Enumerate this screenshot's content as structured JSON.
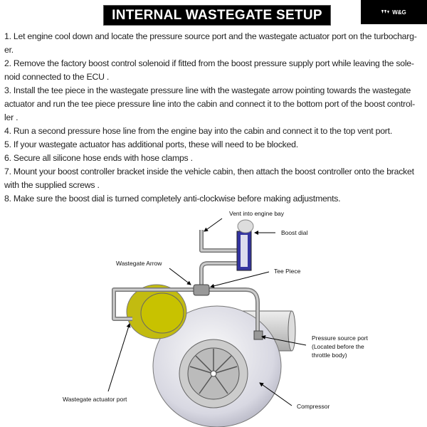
{
  "title": "INTERNAL WASTEGATE SETUP",
  "brand": "W&G",
  "steps": [
    [
      "1. Let engine cool down  and locate the pressure source port and the wastegate actuator port on the turbocharg-",
      "er."
    ],
    [
      "2. Remove the factory boost control solenoid if fitted from the boost pressure supply port while leaving the sole-",
      "noid connected to the ECU ."
    ],
    [
      "3. Install the tee piece in the wastegate pressure line with the wastegate arrow pointing towards the wastegate",
      "actuator and run the tee piece pressure line into the cabin and connect it to the bottom port of the boost control-",
      "ler ."
    ],
    [
      "4. Run a second pressure hose line from the engine bay into the cabin and connect it to the top vent port."
    ],
    [
      "5. If your wastegate actuator has additional ports, these will need to be blocked."
    ],
    [
      "6. Secure all silicone hose ends with hose clamps ."
    ],
    [
      "7. Mount your boost controller bracket inside the vehicle cabin, then attach the boost controller onto the bracket",
      "with the supplied screws ."
    ],
    [
      "8. Make sure the boost dial is turned completely anti-clockwise before making adjustments."
    ]
  ],
  "diagram": {
    "vent": "Vent into engine bay",
    "boost_dial": "Boost dial",
    "wastegate_arrow": "Wastegate Arrow",
    "tee_piece": "Tee Piece",
    "pressure_source": [
      "Pressure source port",
      "(Located before the",
      "throttle body)"
    ],
    "actuator_port": "Wastegate actuator port",
    "compressor": "Compressor"
  }
}
